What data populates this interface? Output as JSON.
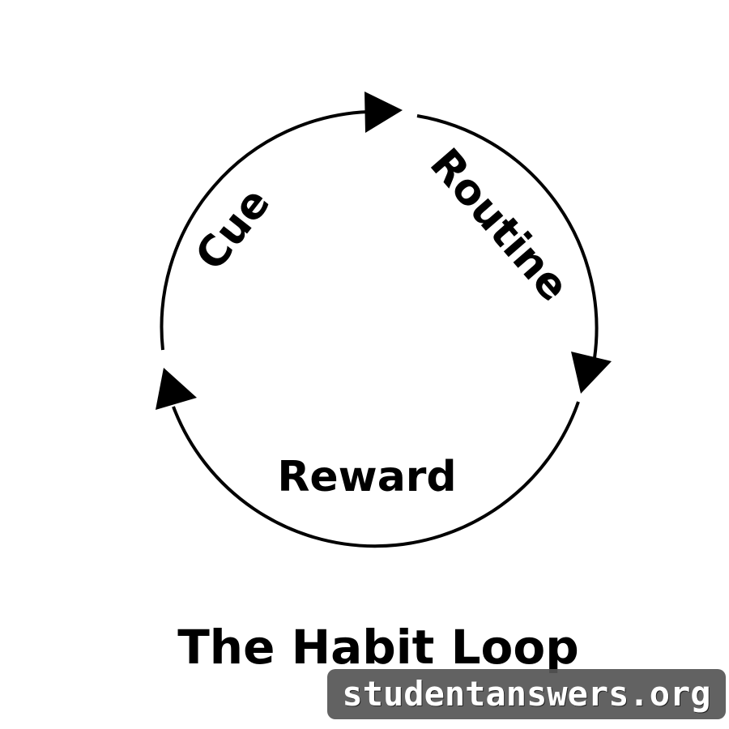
{
  "diagram": {
    "stages": [
      {
        "label": "Cue"
      },
      {
        "label": "Routine"
      },
      {
        "label": "Reward"
      }
    ],
    "title": "The Habit Loop"
  },
  "watermark": {
    "text": "studentanswers.org"
  },
  "colors": {
    "stroke": "#000000",
    "background": "#ffffff",
    "watermark_bg": "#555555",
    "watermark_text": "#ffffff"
  }
}
